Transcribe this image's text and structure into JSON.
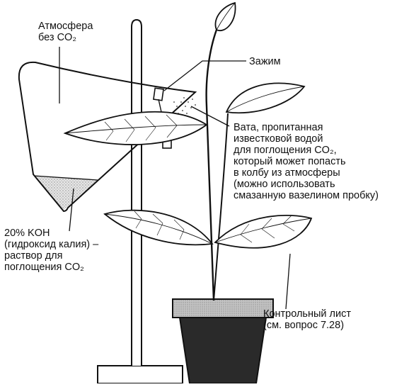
{
  "labels": {
    "atmosphere": [
      "Атмосфера",
      "без CO₂"
    ],
    "clamp": "Зажим",
    "cotton": [
      "Вата, пропитанная",
      "известковой водой",
      "для поглощения CO₂,",
      "который может попасть",
      "в колбу из атмосферы",
      "(можно использовать",
      "смазанную вазелином пробку)"
    ],
    "koh": [
      "20% KOH",
      "(гидроксид калия) –",
      "раствор для",
      "поглощения CO₂"
    ],
    "control": [
      "Контрольный лист",
      "(см. вопрос 7.28)"
    ]
  },
  "colors": {
    "ink": "#111111",
    "solution": "#cfcfcf",
    "pot_rim": "#bdbdbd",
    "pot_soil": "#2a2a2a"
  }
}
